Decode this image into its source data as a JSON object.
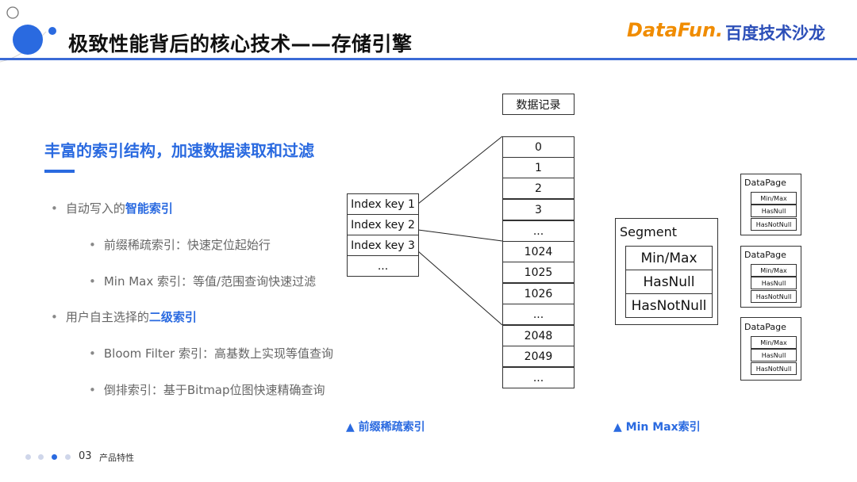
{
  "header": {
    "title": "极致性能背后的核心技术——存储引擎",
    "logo_datafun": "DataFun.",
    "logo_baidu": "百度技术沙龙"
  },
  "subtitle": "丰富的索引结构，加速数据读取和过滤",
  "bullets": {
    "b1_prefix": "自动写入的",
    "b1_highlight": "智能索引",
    "b1_sub1": "前缀稀疏索引：快速定位起始行",
    "b1_sub2": "Min Max 索引：等值/范围查询快速过滤",
    "b2_prefix": "用户自主选择的",
    "b2_highlight": "二级索引",
    "b2_sub1": "Bloom Filter 索引：高基数上实现等值查询",
    "b2_sub2": "倒排索引：基于Bitmap位图快速精确查询"
  },
  "data_records": {
    "header": "数据记录",
    "cells": [
      "0",
      "1",
      "2",
      "3",
      "...",
      "1024",
      "1025",
      "1026",
      "...",
      "2048",
      "2049",
      "..."
    ]
  },
  "index_keys": [
    "Index key 1",
    "Index key 2",
    "Index key 3",
    "..."
  ],
  "segment": {
    "title": "Segment",
    "cells": [
      "Min/Max",
      "HasNull",
      "HasNotNull"
    ]
  },
  "datapages": [
    {
      "title": "DataPage",
      "cells": [
        "Min/Max",
        "HasNull",
        "HasNotNull"
      ]
    },
    {
      "title": "DataPage",
      "cells": [
        "Min/Max",
        "HasNull",
        "HasNotNull"
      ]
    },
    {
      "title": "DataPage",
      "cells": [
        "Min/Max",
        "HasNull",
        "HasNotNull"
      ]
    }
  ],
  "captions": {
    "prefix_index": "▲ 前缀稀疏索引",
    "minmax_index": "▲ Min Max索引"
  },
  "footer": {
    "page_number": "03",
    "section": "产品特性"
  },
  "colors": {
    "accent": "#2a6ae0",
    "rule": "#3a6ad6",
    "logo_orange": "#f08c00",
    "logo_blue": "#2c4fb8"
  }
}
